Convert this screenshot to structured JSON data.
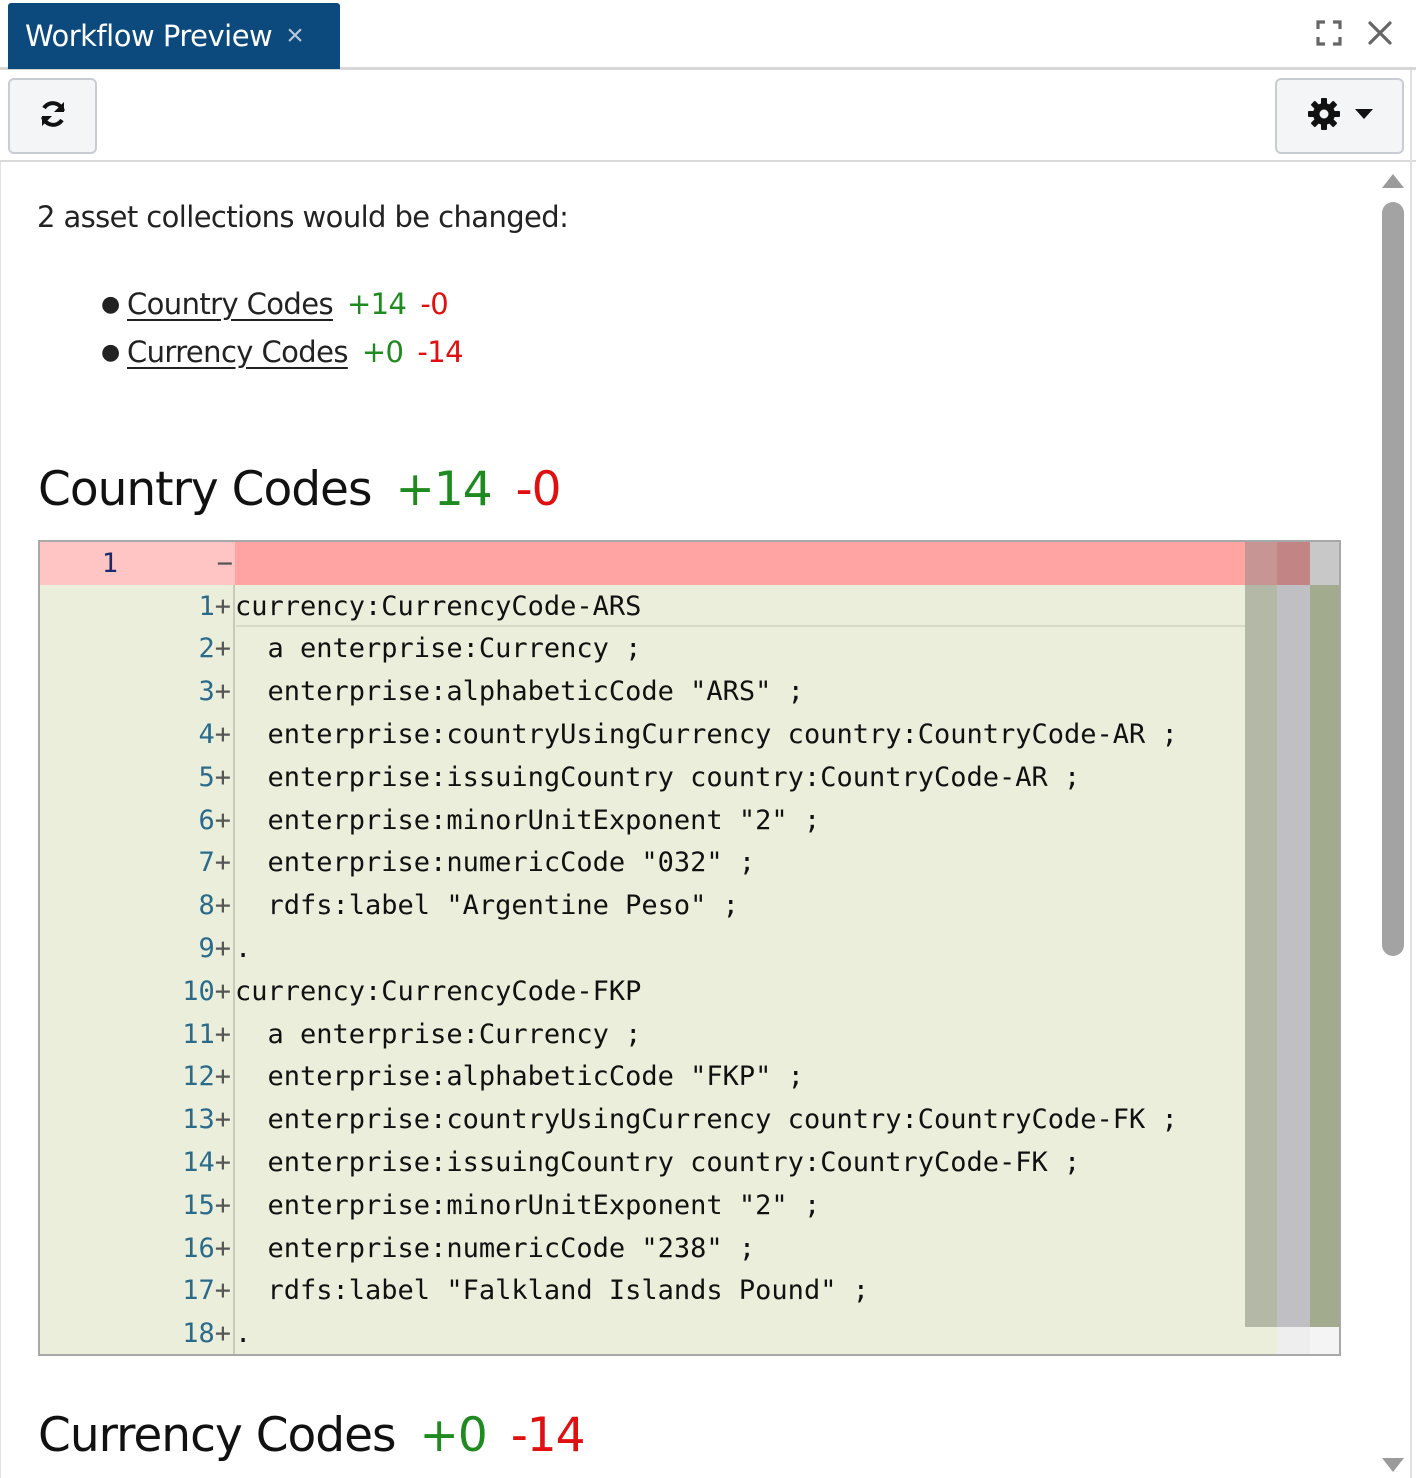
{
  "tab": {
    "title": "Workflow Preview",
    "close_glyph": "×"
  },
  "window_controls": {
    "expand_icon": "expand-icon",
    "close_icon": "close-icon"
  },
  "toolbar": {
    "refresh_icon": "refresh-icon",
    "settings_icon": "gear-icon",
    "settings_caret": "chevron-down-icon"
  },
  "summary": {
    "text": "2 asset collections would be changed:"
  },
  "collections": [
    {
      "name": "Country Codes",
      "added": "+14",
      "removed": "-0"
    },
    {
      "name": "Currency Codes",
      "added": "+0",
      "removed": "-14"
    }
  ],
  "sections": [
    {
      "title": "Country Codes",
      "added": "+14",
      "removed": "-0"
    },
    {
      "title": "Currency Codes",
      "added": "+0",
      "removed": "-14"
    }
  ],
  "diff": {
    "removed_line": {
      "old_num": "1",
      "sign": "−",
      "text": ""
    },
    "added_lines": [
      {
        "num": "1",
        "text": "currency:CurrencyCode-ARS"
      },
      {
        "num": "2",
        "text": "  a enterprise:Currency ;"
      },
      {
        "num": "3",
        "text": "  enterprise:alphabeticCode \"ARS\" ;"
      },
      {
        "num": "4",
        "text": "  enterprise:countryUsingCurrency country:CountryCode-AR ;"
      },
      {
        "num": "5",
        "text": "  enterprise:issuingCountry country:CountryCode-AR ;"
      },
      {
        "num": "6",
        "text": "  enterprise:minorUnitExponent \"2\" ;"
      },
      {
        "num": "7",
        "text": "  enterprise:numericCode \"032\" ;"
      },
      {
        "num": "8",
        "text": "  rdfs:label \"Argentine Peso\" ;"
      },
      {
        "num": "9",
        "text": "."
      },
      {
        "num": "10",
        "text": "currency:CurrencyCode-FKP"
      },
      {
        "num": "11",
        "text": "  a enterprise:Currency ;"
      },
      {
        "num": "12",
        "text": "  enterprise:alphabeticCode \"FKP\" ;"
      },
      {
        "num": "13",
        "text": "  enterprise:countryUsingCurrency country:CountryCode-FK ;"
      },
      {
        "num": "14",
        "text": "  enterprise:issuingCountry country:CountryCode-FK ;"
      },
      {
        "num": "15",
        "text": "  enterprise:minorUnitExponent \"2\" ;"
      },
      {
        "num": "16",
        "text": "  enterprise:numericCode \"238\" ;"
      },
      {
        "num": "17",
        "text": "  rdfs:label \"Falkland Islands Pound\" ;"
      },
      {
        "num": "18",
        "text": "."
      }
    ],
    "add_sign": "+"
  },
  "colors": {
    "tab_bg": "#0c4a7e",
    "added_green": "#1f8a1f",
    "removed_red": "#e01010",
    "diff_added_bg": "#eceedc",
    "diff_removed_bg": "#ffa3a3"
  }
}
